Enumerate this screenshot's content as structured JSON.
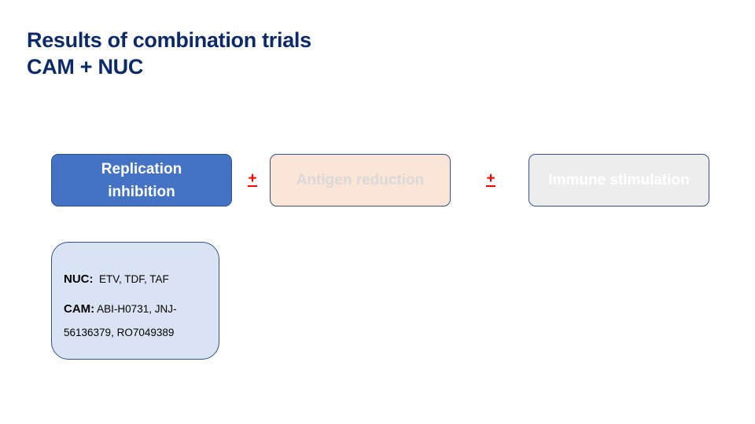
{
  "title": {
    "line1": "Results of combination trials",
    "line2": "CAM + NUC"
  },
  "boxes": {
    "replication_line1": "Replication",
    "replication_line2": "inhibition",
    "antigen": "Antigen reduction",
    "immune": "Immune stimulation"
  },
  "operators": {
    "plus_minus_1": "+",
    "plus_minus_2": "+"
  },
  "detail": {
    "nuc_label": "NUC:",
    "nuc_value": "ETV, TDF, TAF",
    "cam_label": "CAM:",
    "cam_value": "ABI-H0731, JNJ-56136379,  RO7049389"
  },
  "colors": {
    "title": "#0c2a67",
    "replication_fill": "#4472c4",
    "antigen_fill": "#fbe5d6",
    "immune_fill": "#ededed",
    "detail_fill": "#dae3f3",
    "operator": "#ff0000"
  }
}
